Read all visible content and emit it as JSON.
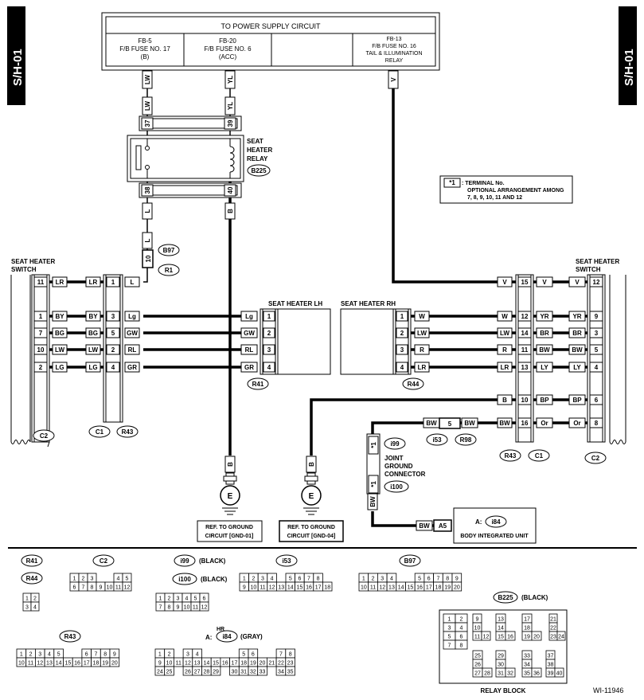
{
  "tab_left": "S/H-01",
  "tab_right": "S/H-01",
  "power_supply": {
    "title": "TO POWER SUPPLY CIRCUIT",
    "fb5": [
      "FB-5",
      "F/B FUSE NO. 17",
      "(B)"
    ],
    "fb20": [
      "FB-20",
      "F/B FUSE NO. 6",
      "(ACC)"
    ],
    "fb13": [
      "FB-13",
      "F/B FUSE NO. 16",
      "TAIL & ILLUMINATION",
      "RELAY"
    ]
  },
  "wires": {
    "lw": "LW",
    "yl": "YL",
    "v": "V",
    "l": "L",
    "b": "B",
    "lr": "LR",
    "by": "BY",
    "bg": "BG",
    "lg": "Lg",
    "gw": "GW",
    "rl": "RL",
    "gr": "GR",
    "lg2": "LG",
    "w": "W",
    "r": "R",
    "yr": "YR",
    "br": "BR",
    "bw": "BW",
    "ly": "LY",
    "bp": "BP",
    "or": "Or"
  },
  "relay": {
    "title": [
      "SEAT",
      "HEATER",
      "RELAY"
    ],
    "id": "B225",
    "pins": {
      "p37": "37",
      "p39": "39",
      "p38": "38",
      "p40": "40"
    }
  },
  "b97": {
    "pin": "10",
    "id": "B97",
    "r1": "R1"
  },
  "note": {
    "mark": "*1",
    "text": [
      ": TERMINAL No.",
      "OPTIONAL ARRANGEMENT AMONG",
      "7, 8, 9, 10, 11 AND 12"
    ]
  },
  "switch_lh": {
    "title": [
      "SEAT HEATER",
      "SWITCH"
    ],
    "pins": [
      "11",
      "1",
      "7",
      "10",
      "2"
    ],
    "c2": "C2",
    "c1": "C1",
    "r43": "R43"
  },
  "c1_pins": [
    "1",
    "3",
    "5",
    "2",
    "4"
  ],
  "heater_lh": {
    "title": "SEAT HEATER LH",
    "pins": [
      "1",
      "2",
      "3",
      "4"
    ],
    "id": "R41"
  },
  "heater_rh": {
    "title": "SEAT HEATER RH",
    "pins": [
      "1",
      "2",
      "3",
      "4"
    ],
    "id": "R44"
  },
  "switch_rh": {
    "title": [
      "SEAT HEATER",
      "SWITCH"
    ],
    "c1_pins": [
      "15",
      "12",
      "14",
      "11",
      "13",
      "10",
      "16"
    ],
    "c2_pins": [
      "12",
      "9",
      "3",
      "5",
      "4",
      "6",
      "8"
    ],
    "r43": "R43",
    "c1": "C1",
    "c2": "C2"
  },
  "i53": {
    "pin": "5",
    "id": "i53",
    "r98": "R98"
  },
  "joint": {
    "mark": "*1",
    "id": "i99",
    "title": [
      "JOINT",
      "GROUND",
      "CONNECTOR"
    ],
    "id2": "i100"
  },
  "bcm": {
    "prefix": "A:",
    "id": "i84",
    "pin": "A5",
    "title": "BODY INTEGRATED UNIT"
  },
  "grounds": {
    "e": "E",
    "g1": [
      "REF. TO GROUND",
      "CIRCUIT [GND-01]"
    ],
    "g2": [
      "REF. TO GROUND",
      "CIRCUIT [GND-04]"
    ]
  },
  "connectors": {
    "r41": "R41",
    "r44": "R44",
    "c2": "C2",
    "i99": "i99",
    "i99c": "(BLACK)",
    "i100": "i100",
    "i100c": "(BLACK)",
    "i53": "i53",
    "b97": "B97",
    "b225": "B225",
    "b225c": "(BLACK)",
    "r43": "R43",
    "hr": "HR",
    "a": "A:",
    "i84": "i84",
    "i84c": "(GRAY)",
    "relay_block": "RELAY BLOCK"
  },
  "doc_id": "WI-11946"
}
